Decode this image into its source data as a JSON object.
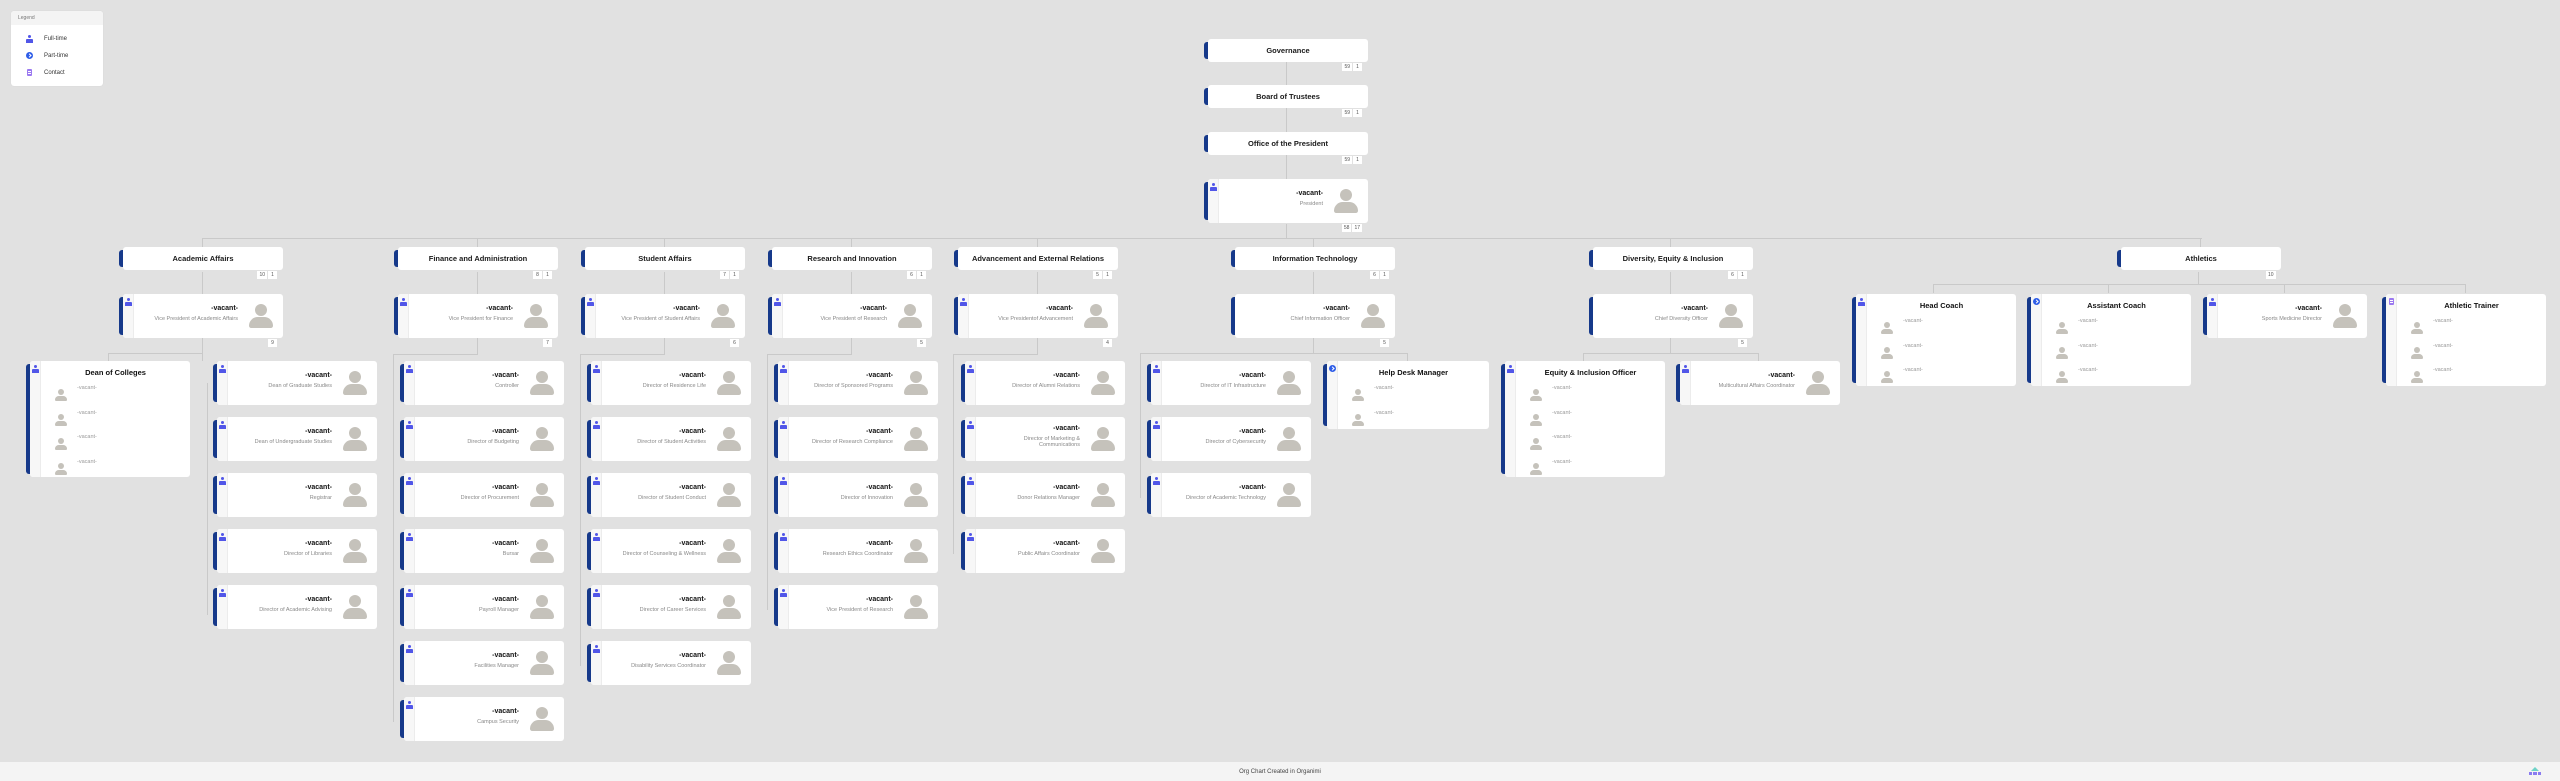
{
  "legend": {
    "title": "Legend",
    "items": [
      {
        "icon": "full-time-icon",
        "label": "Full-time"
      },
      {
        "icon": "part-time-icon",
        "label": "Part-time"
      },
      {
        "icon": "contract-icon",
        "label": "Contact"
      }
    ]
  },
  "colors": {
    "background": "#e1e1e1",
    "card_accent": "#16398a",
    "full_time": "#5156e8",
    "part_time": "#2f5ee8",
    "contract": "#9b79f0",
    "avatar": "#c5c2bb"
  },
  "top_chain": [
    {
      "label": "Governance",
      "badges": [
        "59",
        "1"
      ]
    },
    {
      "label": "Board of Trustees",
      "badges": [
        "59",
        "1"
      ]
    },
    {
      "label": "Office of the President",
      "badges": [
        "59",
        "1"
      ]
    }
  ],
  "president": {
    "name": "-vacant-",
    "title": "President",
    "badges": [
      "58",
      "17"
    ]
  },
  "departments": [
    {
      "unit": "Academic Affairs",
      "unit_badges": [
        "10",
        "1"
      ],
      "head": {
        "name": "-vacant-",
        "title": "Vice President of Academic Affairs",
        "badges": [
          "9"
        ],
        "type": "full-time"
      },
      "group": {
        "title": "Dean of Colleges",
        "type": "full-time",
        "members": [
          "-vacant-",
          "-vacant-",
          "-vacant-",
          "-vacant-"
        ]
      },
      "reports": [
        {
          "name": "-vacant-",
          "title": "Dean of Graduate Studies"
        },
        {
          "name": "-vacant-",
          "title": "Dean of Undergraduate Studies"
        },
        {
          "name": "-vacant-",
          "title": "Registrar"
        },
        {
          "name": "-vacant-",
          "title": "Director of Libraries"
        },
        {
          "name": "-vacant-",
          "title": "Director of Academic Advising"
        }
      ]
    },
    {
      "unit": "Finance and Administration",
      "unit_badges": [
        "8",
        "1"
      ],
      "head": {
        "name": "-vacant-",
        "title": "Vice President for Finance",
        "badges": [
          "7"
        ],
        "type": "full-time"
      },
      "reports": [
        {
          "name": "-vacant-",
          "title": "Controller"
        },
        {
          "name": "-vacant-",
          "title": "Director of Budgeting"
        },
        {
          "name": "-vacant-",
          "title": "Director of Procurement"
        },
        {
          "name": "-vacant-",
          "title": "Bursar"
        },
        {
          "name": "-vacant-",
          "title": "Payroll Manager"
        },
        {
          "name": "-vacant-",
          "title": "Facilities Manager"
        },
        {
          "name": "-vacant-",
          "title": "Campus Security"
        }
      ]
    },
    {
      "unit": "Student Affairs",
      "unit_badges": [
        "7",
        "1"
      ],
      "head": {
        "name": "-vacant-",
        "title": "Vice President of Student Affairs",
        "badges": [
          "6"
        ],
        "type": "full-time"
      },
      "reports": [
        {
          "name": "-vacant-",
          "title": "Director of Residence Life"
        },
        {
          "name": "-vacant-",
          "title": "Director of Student Activities"
        },
        {
          "name": "-vacant-",
          "title": "Director of Student Conduct"
        },
        {
          "name": "-vacant-",
          "title": "Director of Counseling & Wellness"
        },
        {
          "name": "-vacant-",
          "title": "Director of Career Services"
        },
        {
          "name": "-vacant-",
          "title": "Disability Services Coordinator"
        }
      ]
    },
    {
      "unit": "Research and Innovation",
      "unit_badges": [
        "6",
        "1"
      ],
      "head": {
        "name": "-vacant-",
        "title": "Vice President of Research",
        "badges": [
          "5"
        ],
        "type": "full-time"
      },
      "reports": [
        {
          "name": "-vacant-",
          "title": "Director of Sponsored Programs"
        },
        {
          "name": "-vacant-",
          "title": "Director of Research Compliance"
        },
        {
          "name": "-vacant-",
          "title": "Director of Innovation"
        },
        {
          "name": "-vacant-",
          "title": "Research Ethics Coordinator"
        },
        {
          "name": "-vacant-",
          "title": "Vice President of Research"
        }
      ]
    },
    {
      "unit": "Advancement and External Relations",
      "unit_badges": [
        "5",
        "1"
      ],
      "head": {
        "name": "-vacant-",
        "title": "Vice Presidentof Advancement",
        "badges": [
          "4"
        ],
        "type": "full-time"
      },
      "reports": [
        {
          "name": "-vacant-",
          "title": "Director of Alumni Relations"
        },
        {
          "name": "-vacant-",
          "title": "Director of Marketing & Communications"
        },
        {
          "name": "-vacant-",
          "title": "Donor Relations Manager"
        },
        {
          "name": "-vacant-",
          "title": "Public Affairs Coordinator"
        }
      ]
    },
    {
      "unit": "Information Technology",
      "unit_badges": [
        "6",
        "1"
      ],
      "head": {
        "name": "-vacant-",
        "title": "Chief Information Officer",
        "badges": [
          "5"
        ],
        "type": "none"
      },
      "reports": [
        {
          "name": "-vacant-",
          "title": "Director of IT Infrastructure"
        },
        {
          "name": "-vacant-",
          "title": "Director of Cybersecurity"
        },
        {
          "name": "-vacant-",
          "title": "Director of Academic Technology"
        }
      ],
      "group": {
        "title": "Help Desk Manager",
        "type": "part-time",
        "members": [
          "-vacant-",
          "-vacant-"
        ]
      }
    },
    {
      "unit": "Diversity, Equity & Inclusion",
      "unit_badges": [
        "6",
        "1"
      ],
      "head": {
        "name": "-vacant-",
        "title": "Chief Diversity Officer",
        "badges": [
          "5"
        ],
        "type": "none"
      },
      "group": {
        "title": "Equity & Inclusion Officer",
        "type": "full-time",
        "members": [
          "-vacant-",
          "-vacant-",
          "-vacant-",
          "-vacant-"
        ]
      },
      "reports": [
        {
          "name": "-vacant-",
          "title": "Multicultural Affairs Coordinator"
        }
      ]
    },
    {
      "unit": "Athletics",
      "unit_badges": [
        "10"
      ],
      "groups": [
        {
          "title": "Head Coach",
          "type": "full-time",
          "members": [
            "-vacant-",
            "-vacant-",
            "-vacant-"
          ]
        },
        {
          "title": "Assistant Coach",
          "type": "part-time",
          "members": [
            "-vacant-",
            "-vacant-",
            "-vacant-"
          ]
        },
        {
          "title": "Athletic Trainer",
          "type": "contract",
          "members": [
            "-vacant-",
            "-vacant-",
            "-vacant-"
          ]
        }
      ],
      "reports": [
        {
          "name": "-vacant-",
          "title": "Sports Medicine Director"
        }
      ]
    }
  ],
  "footer": {
    "text": "Org Chart Created in Organimi",
    "logo": "organimi-logo-icon"
  }
}
